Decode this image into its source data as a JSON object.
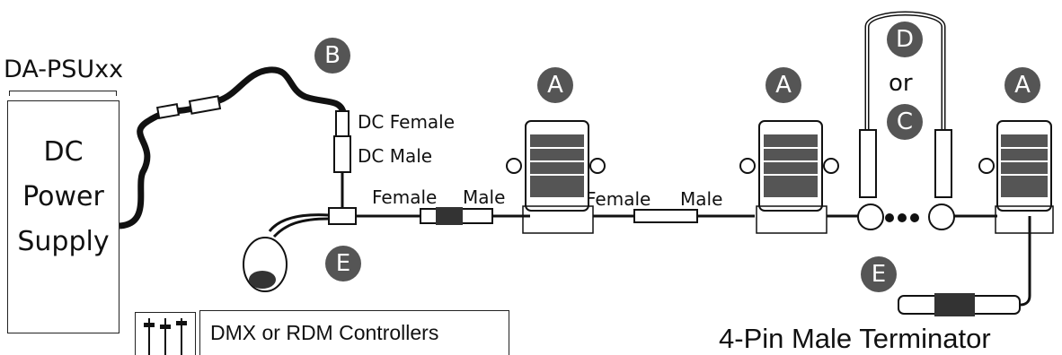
{
  "psu": {
    "model": "DA-PSUxx",
    "label_lines": [
      "DC",
      "Power",
      "Supply"
    ]
  },
  "connectors": {
    "dc_female": "DC Female",
    "dc_male": "DC Male",
    "female_1": "Female",
    "male_1": "Male",
    "female_2": "Female",
    "male_2": "Male"
  },
  "badges": {
    "b": "B",
    "a1": "A",
    "a2": "A",
    "a3": "A",
    "d": "D",
    "c": "C",
    "e1": "E",
    "e2": "E"
  },
  "or_text": "or",
  "controllers": "DMX or RDM Controllers",
  "terminator": "4-Pin Male Terminator",
  "colors": {
    "badge": "#555555",
    "line": "#222222",
    "cable": "#111111"
  }
}
